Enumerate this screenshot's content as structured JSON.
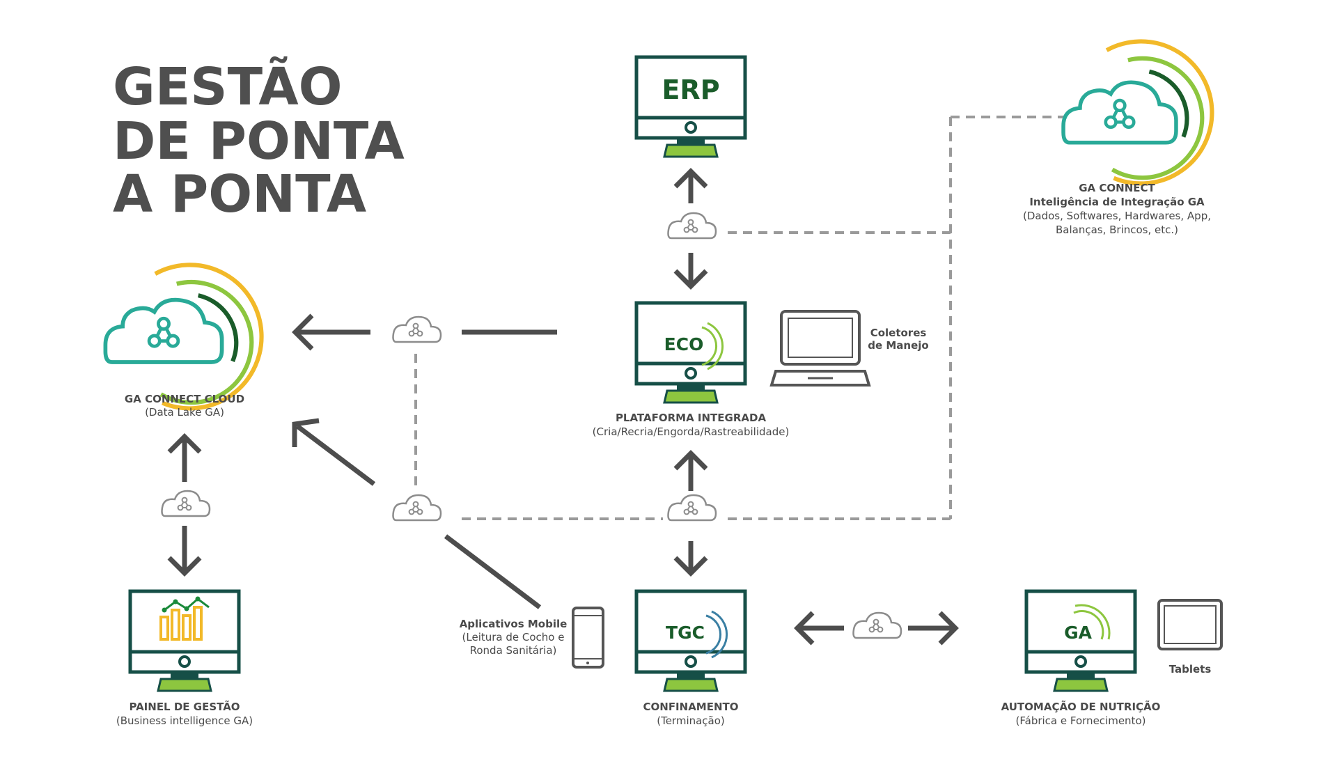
{
  "title": {
    "line1": "GESTÃO",
    "line2": "DE PONTA",
    "line3": "A PONTA"
  },
  "colors": {
    "dark_teal": "#164f47",
    "teal": "#29aa98",
    "lime": "#8dc63f",
    "yellow": "#f2b929",
    "dark_green": "#1a5c2a",
    "arrow": "#4d4d4d",
    "dashed": "#9a9a9a",
    "cloud_gray": "#8c8c8c"
  },
  "nodes": {
    "erp": {
      "screen_text": "ERP"
    },
    "eco": {
      "screen_text": "ECO",
      "label": "PLATAFORMA INTEGRADA",
      "sublabel": "(Cria/Recria/Engorda/Rastreabilidade)"
    },
    "tgc": {
      "screen_text": "TGC",
      "label": "CONFINAMENTO",
      "sublabel": "(Terminação)"
    },
    "ga_nutri": {
      "screen_text": "GA",
      "label": "AUTOMAÇÃO DE NUTRIÇÃO",
      "sublabel": "(Fábrica e Fornecimento)"
    },
    "painel": {
      "label": "PAINEL DE GESTÃO",
      "sublabel": "(Business intelligence GA)"
    },
    "cloud": {
      "label": "GA CONNECT CLOUD",
      "sublabel": "(Data Lake GA)"
    },
    "connect": {
      "label1": "GA CONNECT",
      "label2": "Inteligência de Integração GA",
      "label3": "(Dados, Softwares, Hardwares, App,",
      "label4": "Balanças, Brincos, etc.)"
    },
    "coletores": {
      "label1": "Coletores",
      "label2": "de Manejo"
    },
    "mobile": {
      "label1": "Aplicativos Mobile",
      "label2": "(Leitura de Cocho e",
      "label3": "Ronda Sanitária)"
    },
    "tablets": {
      "label": "Tablets"
    }
  }
}
